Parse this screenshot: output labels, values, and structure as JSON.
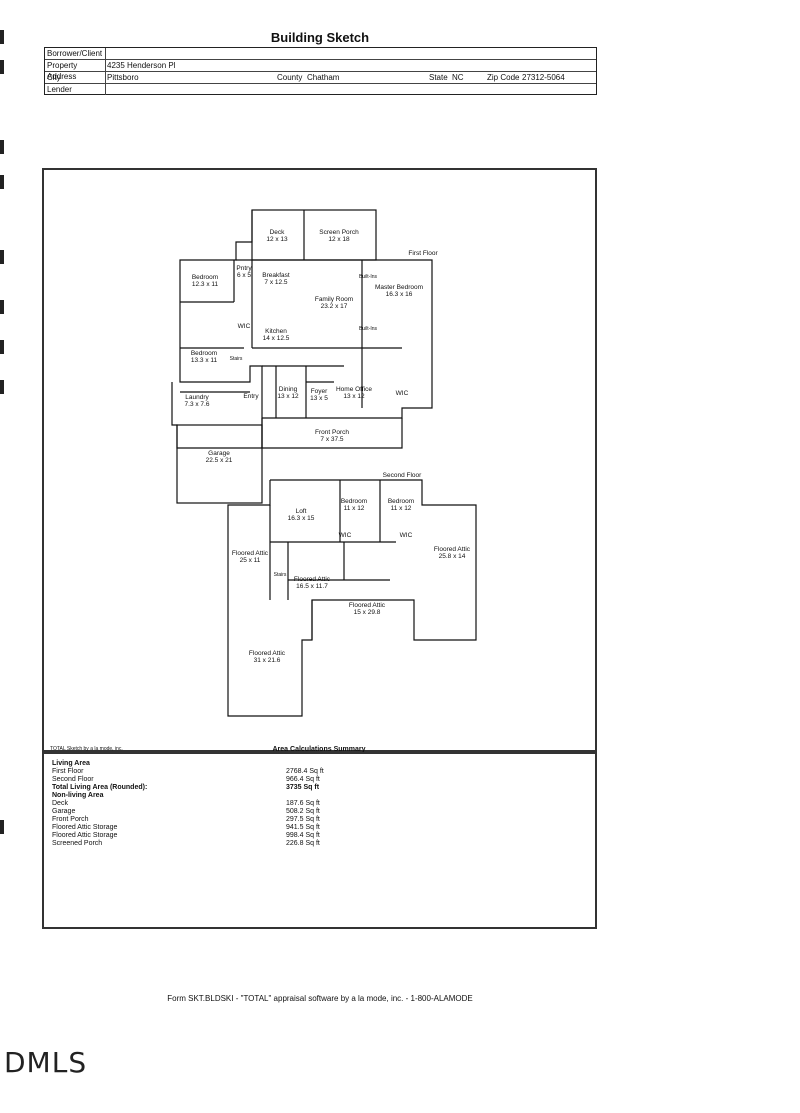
{
  "title": "Building Sketch",
  "header": {
    "borrower_label": "Borrower/Client",
    "address_label": "Property Address",
    "address_value": "4235 Henderson Pl",
    "city_label": "City",
    "city_value": "Pittsboro",
    "county_label": "County",
    "county_value": "Chatham",
    "state_label": "State",
    "state_value": "NC",
    "zip_label": "Zip Code",
    "zip_value": "27312-5064",
    "lender_label": "Lender"
  },
  "first_floor": {
    "label": "First Floor",
    "rooms": [
      {
        "name": "Deck",
        "size": "12 x 13"
      },
      {
        "name": "Screen Porch",
        "size": "12 x 18"
      },
      {
        "name": "Pntry",
        "size": "6 x 5"
      },
      {
        "name": "Breakfast",
        "size": "7 x 12.5"
      },
      {
        "name": "Bedroom",
        "size": "12.3 x 11"
      },
      {
        "name": "Master Bedroom",
        "size": "16.3 x 16"
      },
      {
        "name": "Family Room",
        "size": "23.2 x 17"
      },
      {
        "name": "WIC",
        "size": ""
      },
      {
        "name": "Kitchen",
        "size": "14 x 12.5"
      },
      {
        "name": "Bedroom",
        "size": "13.3 x 11"
      },
      {
        "name": "Stairs",
        "size": ""
      },
      {
        "name": "Dining",
        "size": "13 x 12"
      },
      {
        "name": "Foyer",
        "size": "13 x 5"
      },
      {
        "name": "Home Office",
        "size": "13 x 12"
      },
      {
        "name": "WIC",
        "size": ""
      },
      {
        "name": "Laundry",
        "size": "7.3 x 7.6"
      },
      {
        "name": "Entry",
        "size": ""
      },
      {
        "name": "Front Porch",
        "size": "7 x 37.5"
      },
      {
        "name": "Garage",
        "size": "22.5 x 21"
      },
      {
        "name": "Built-Ins",
        "size": ""
      },
      {
        "name": "Built-Ins",
        "size": ""
      }
    ]
  },
  "second_floor": {
    "label": "Second Floor",
    "rooms": [
      {
        "name": "Bedroom",
        "size": "11 x 12"
      },
      {
        "name": "Bedroom",
        "size": "11 x 12"
      },
      {
        "name": "Loft",
        "size": "16.3 x 15"
      },
      {
        "name": "WIC",
        "size": ""
      },
      {
        "name": "WIC",
        "size": ""
      },
      {
        "name": "Floored Attic",
        "size": "25 x 11"
      },
      {
        "name": "Floored Attic",
        "size": "25.8 x 14"
      },
      {
        "name": "Floored Attic",
        "size": "16.5 x 11.7"
      },
      {
        "name": "Stairs",
        "size": ""
      },
      {
        "name": "Floored Attic",
        "size": "15 x 29.8"
      },
      {
        "name": "Floored Attic",
        "size": "31 x 21.6"
      }
    ]
  },
  "sketch_credit": "TOTAL Sketch by a la mode, inc.",
  "summary_title": "Area Calculations Summary",
  "summary": [
    {
      "label": "Living Area",
      "value": "",
      "bold": true
    },
    {
      "label": "First Floor",
      "value": "2768.4 Sq ft",
      "bold": false
    },
    {
      "label": "Second Floor",
      "value": "966.4 Sq ft",
      "bold": false
    },
    {
      "label": "Total Living Area (Rounded):",
      "value": "3735 Sq ft",
      "bold": true
    },
    {
      "label": "Non-living Area",
      "value": "",
      "bold": true
    },
    {
      "label": "Deck",
      "value": "187.6 Sq ft",
      "bold": false
    },
    {
      "label": "Garage",
      "value": "508.2 Sq ft",
      "bold": false
    },
    {
      "label": "Front Porch",
      "value": "297.5 Sq ft",
      "bold": false
    },
    {
      "label": "Floored Attic Storage",
      "value": "941.5 Sq ft",
      "bold": false
    },
    {
      "label": "Floored Attic Storage",
      "value": "998.4 Sq ft",
      "bold": false
    },
    {
      "label": "Screened Porch",
      "value": "226.8 Sq ft",
      "bold": false
    }
  ],
  "footer": "Form SKT.BLDSKI - \"TOTAL\" appraisal software by a la mode, inc. - 1-800-ALAMODE",
  "logo_text": "DMLS"
}
